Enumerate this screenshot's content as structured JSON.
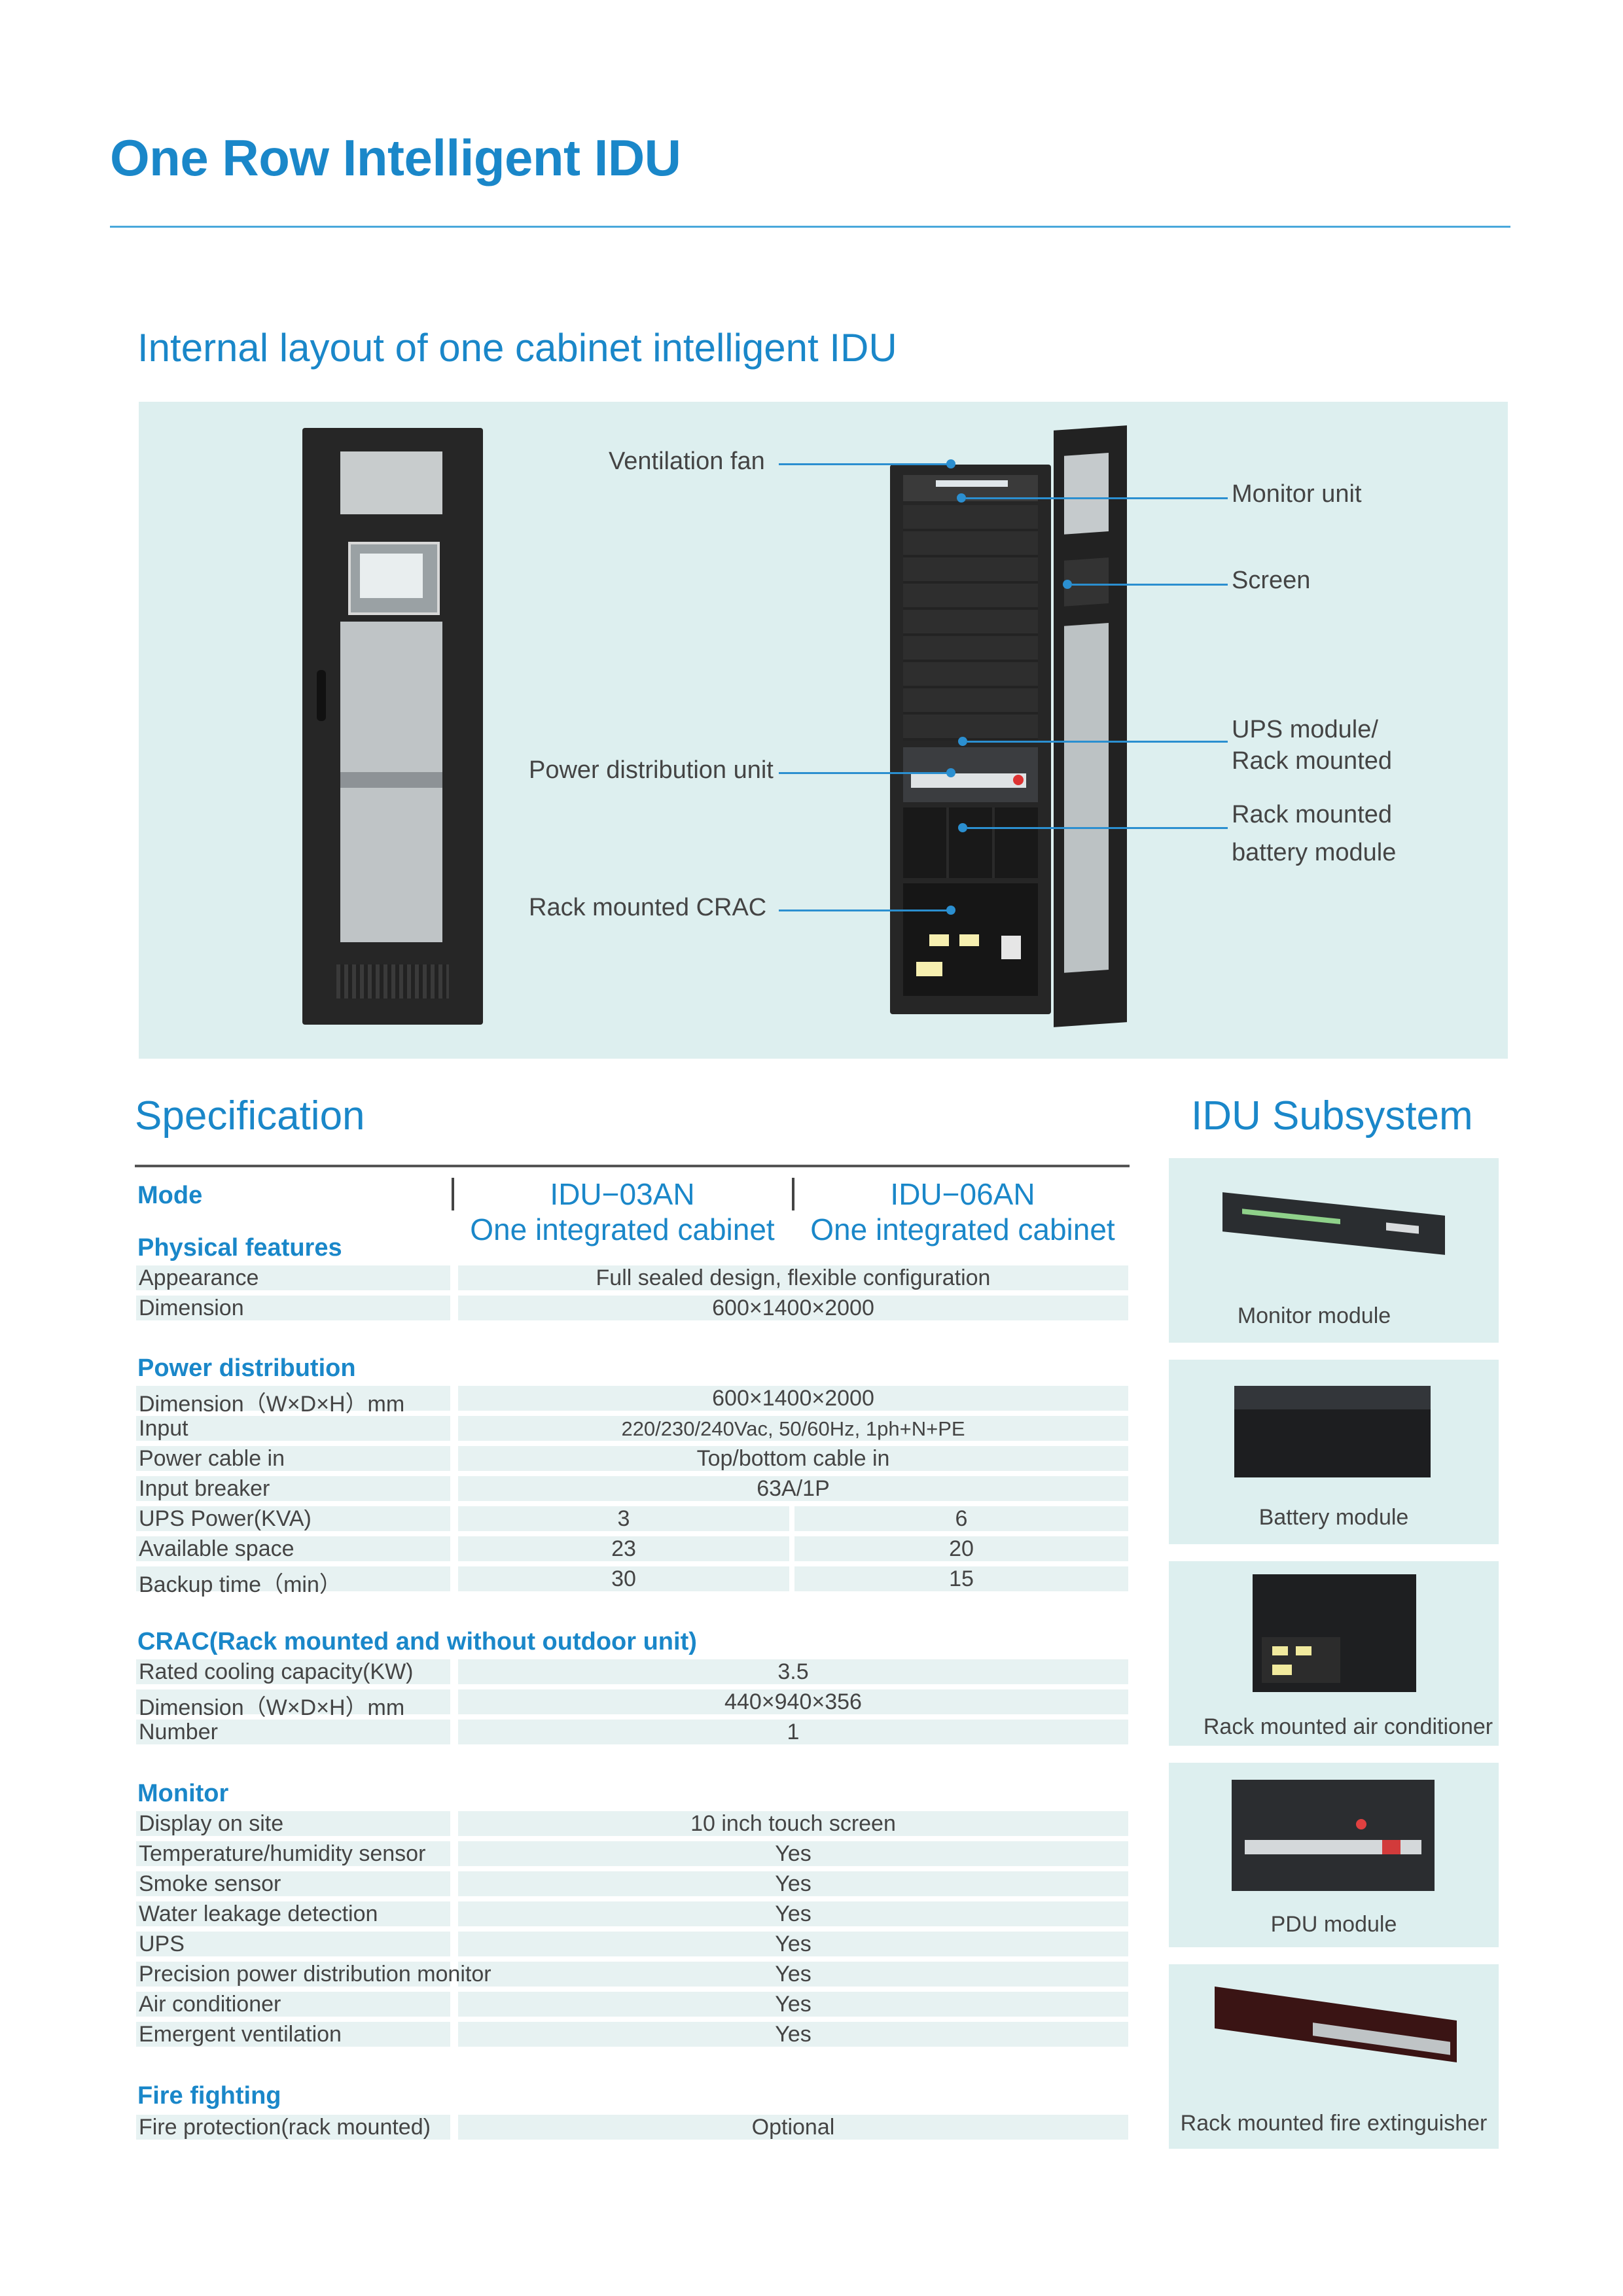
{
  "page": {
    "title": "One Row Intelligent IDU",
    "layout_section_title": "Internal layout of one cabinet intelligent IDU"
  },
  "callouts": {
    "left": [
      "Ventilation fan",
      "Power distribution unit",
      "Rack mounted CRAC"
    ],
    "right": [
      "Monitor unit",
      "Screen",
      "UPS module/",
      "Rack mounted",
      "Rack mounted",
      "battery module"
    ]
  },
  "spec": {
    "title": "Specification",
    "mode_label": "Mode",
    "models": [
      {
        "name": "IDU−03AN",
        "desc": "One integrated cabinet"
      },
      {
        "name": "IDU−06AN",
        "desc": "One integrated cabinet"
      }
    ],
    "physical": {
      "title": "Physical features",
      "rows": [
        {
          "label": "Appearance",
          "value": "Full sealed design, flexible configuration"
        },
        {
          "label": "Dimension",
          "value": "600×1400×2000"
        }
      ]
    },
    "power": {
      "title": "Power distribution",
      "rows": [
        {
          "label": "Dimension（W×D×H）mm",
          "value": "600×1400×2000"
        },
        {
          "label": "Input",
          "value": "220/230/240Vac, 50/60Hz, 1ph+N+PE"
        },
        {
          "label": "Power cable in",
          "value": "Top/bottom cable in"
        },
        {
          "label": "Input breaker",
          "value": "63A/1P"
        }
      ],
      "split_rows": [
        {
          "label": "UPS Power(KVA)",
          "a": "3",
          "b": "6"
        },
        {
          "label": "Available space",
          "a": "23",
          "b": "20"
        },
        {
          "label": "Backup time（min）",
          "a": "30",
          "b": "15"
        }
      ]
    },
    "crac": {
      "title": "CRAC(Rack mounted and without outdoor unit)",
      "rows": [
        {
          "label": "Rated cooling capacity(KW)",
          "value": "3.5"
        },
        {
          "label": "Dimension（W×D×H）mm",
          "value": "440×940×356"
        },
        {
          "label": "Number",
          "value": "1"
        }
      ]
    },
    "monitor": {
      "title": "Monitor",
      "rows": [
        {
          "label": "Display on site",
          "value": "10 inch touch screen"
        },
        {
          "label": "Temperature/humidity sensor",
          "value": "Yes"
        },
        {
          "label": "Smoke sensor",
          "value": "Yes"
        },
        {
          "label": "Water leakage detection",
          "value": "Yes"
        },
        {
          "label": "UPS",
          "value": "Yes"
        },
        {
          "label": "Precision power distribution monitor",
          "value": "Yes"
        },
        {
          "label": "Air conditioner",
          "value": "Yes"
        },
        {
          "label": "Emergent ventilation",
          "value": "Yes"
        }
      ]
    },
    "fire": {
      "title": "Fire fighting",
      "rows": [
        {
          "label": "Fire protection(rack mounted)",
          "value": "Optional"
        }
      ]
    }
  },
  "subsystem": {
    "title": "IDU Subsystem",
    "items": [
      {
        "label": "Monitor module"
      },
      {
        "label": "Battery module"
      },
      {
        "label": "Rack mounted air conditioner"
      },
      {
        "label": "PDU module"
      },
      {
        "label": "Rack mounted fire extinguisher"
      }
    ]
  },
  "colors": {
    "accent": "#1a87c9",
    "panel": "#ddefef",
    "cell": "#e7f2f2",
    "cabinet": "#262626"
  }
}
